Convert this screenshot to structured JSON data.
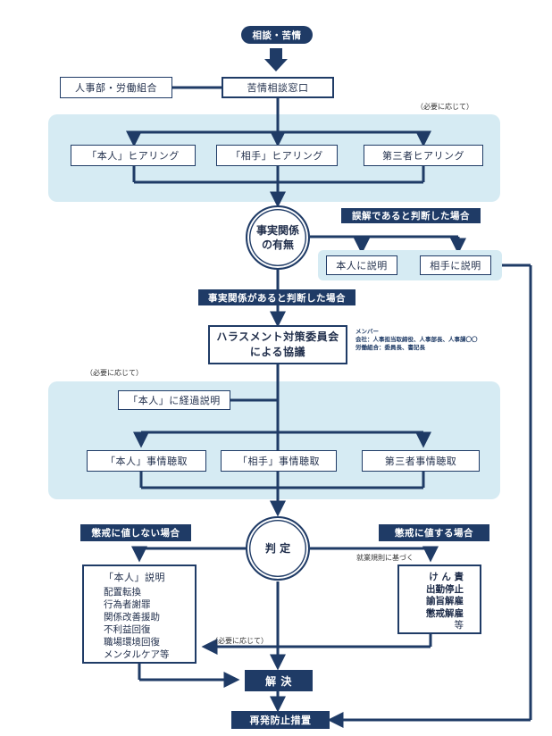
{
  "nodes": {
    "consult": "相談・苦情",
    "hr_union": "人事部・労働組合",
    "window": "苦情相談窓口",
    "hear_self": "「本人」ヒアリング",
    "hear_other": "「相手」ヒアリング",
    "hear_third": "第三者ヒアリング",
    "fact_line1": "事実関係",
    "fact_line2": "の有無",
    "explain_self": "本人に説明",
    "explain_other": "相手に説明",
    "committee_line1": "ハラスメント対策委員会",
    "committee_line2": "による協議",
    "progress_self": "「本人」に経過説明",
    "inquiry_self": "「本人」事情聴取",
    "inquiry_other": "「相手」事情聴取",
    "inquiry_third": "第三者事情聴取",
    "judgement": "判 定",
    "resolve": "解 決",
    "prevent": "再発防止措置"
  },
  "labels": {
    "misunderstanding": "誤解であると判断した場合",
    "fact_exists": "事実関係があると判断した場合",
    "no_discipline": "懲戒に値しない場合",
    "discipline": "懲戒に値する場合"
  },
  "notes": {
    "as_needed_1": "（必要に応じて）",
    "as_needed_2": "（必要に応じて）",
    "as_needed_3": "（必要に応じて）",
    "rules_based": "就業規則に基づく"
  },
  "members": {
    "title": "メンバー",
    "company": "会社：人事担当取締役、人事部長、人事課〇〇",
    "union": "労働組合：委員長、書記長"
  },
  "no_discipline_box": {
    "title": "「本人」説明",
    "items": [
      "配置転換",
      "行為者謝罪",
      "関係改善援助",
      "不利益回復",
      "職場環境回復",
      "メンタルケア等"
    ]
  },
  "discipline_box": {
    "items": [
      "け ん 責",
      "出勤停止",
      "諭旨解雇",
      "懲戒解雇"
    ],
    "suffix": "等"
  },
  "colors": {
    "navy": "#1f3b66",
    "panel": "#d6ebf3"
  }
}
